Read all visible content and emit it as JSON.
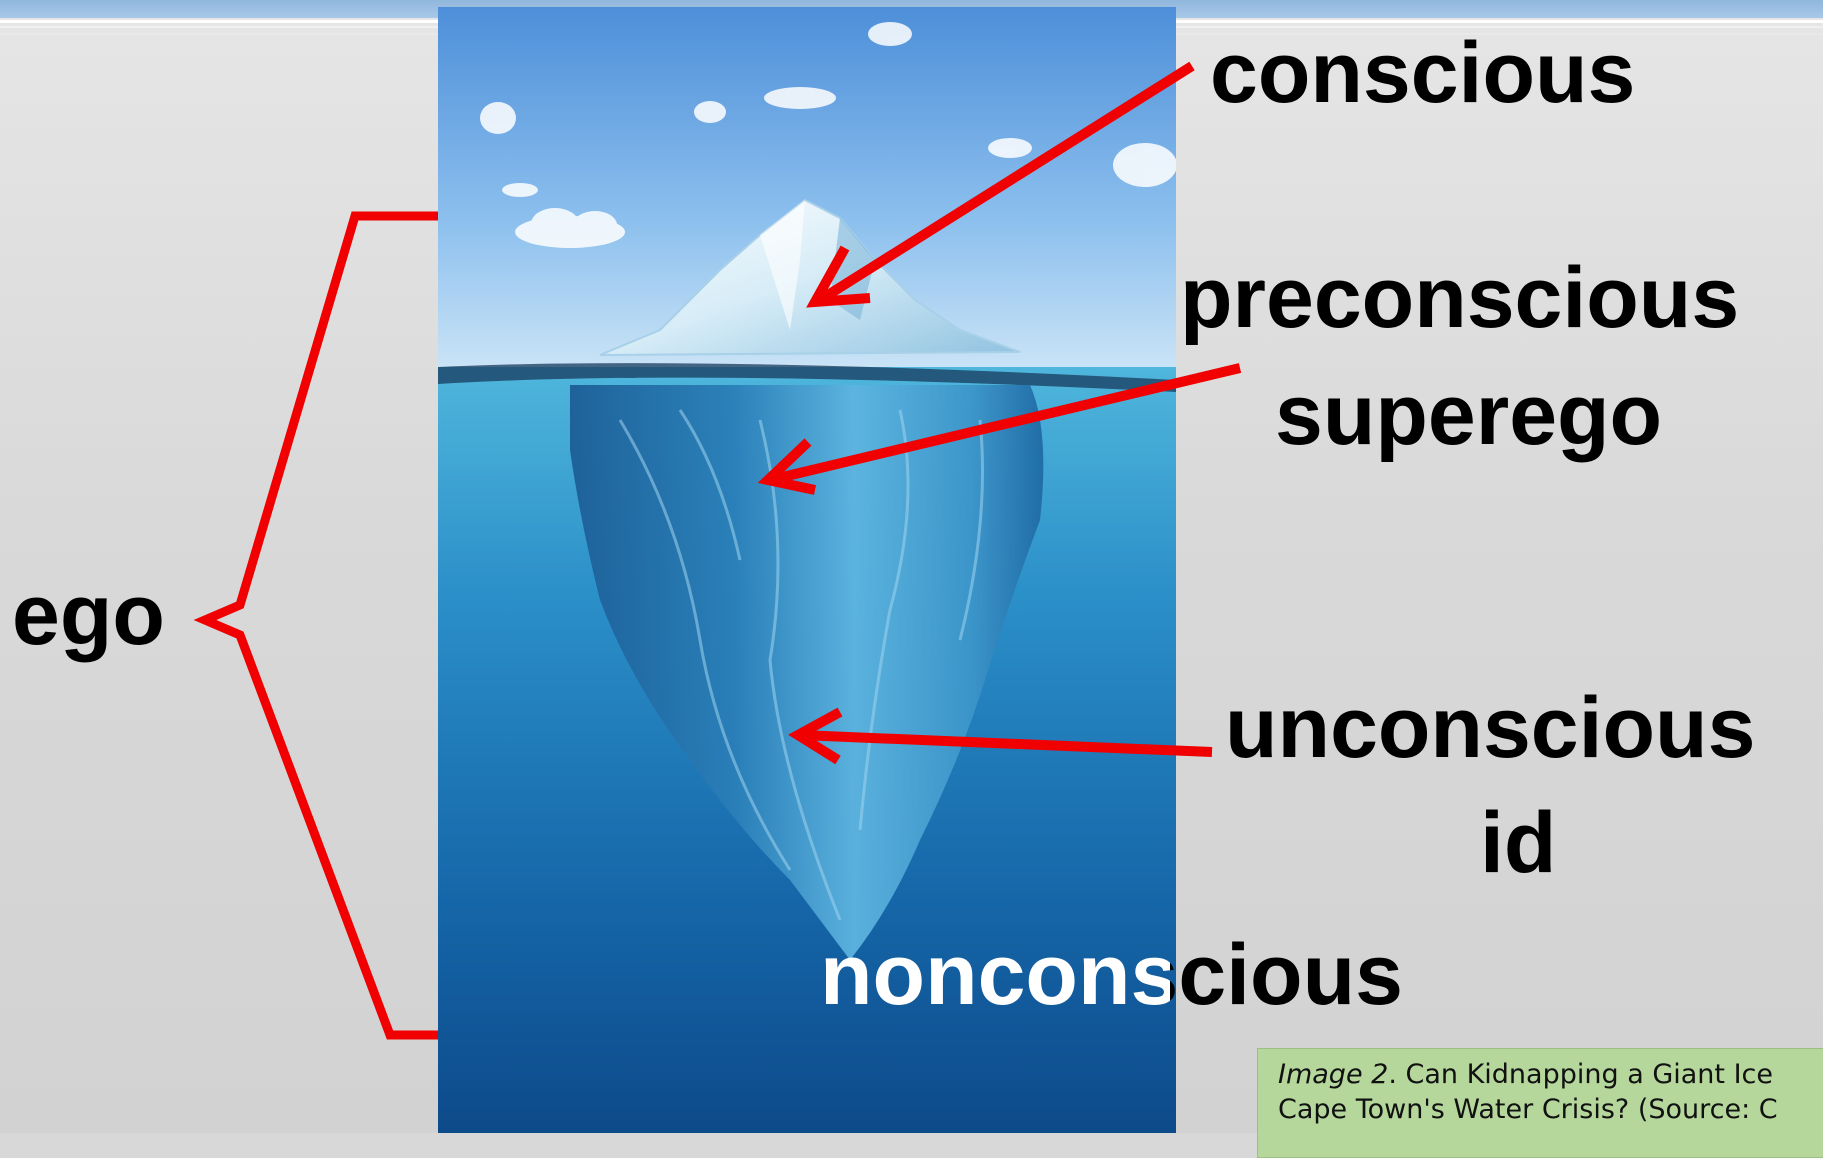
{
  "labels": {
    "conscious": "conscious",
    "preconscious": "preconscious",
    "superego": "superego",
    "unconscious": "unconscious",
    "id": "id",
    "ego": "ego",
    "nonconscious": "nonconscious"
  },
  "caption": {
    "italic_prefix": "Image 2",
    "line1_rest": ". Can Kidnapping a Giant Ice",
    "line2": "Cape Town's Water Crisis? (Source: C"
  },
  "colors": {
    "arrow": "#f00000",
    "caption_background": "#b5d79c",
    "top_band": "#8fb6dc"
  },
  "icons": {
    "illustration": "iceberg-photo"
  }
}
